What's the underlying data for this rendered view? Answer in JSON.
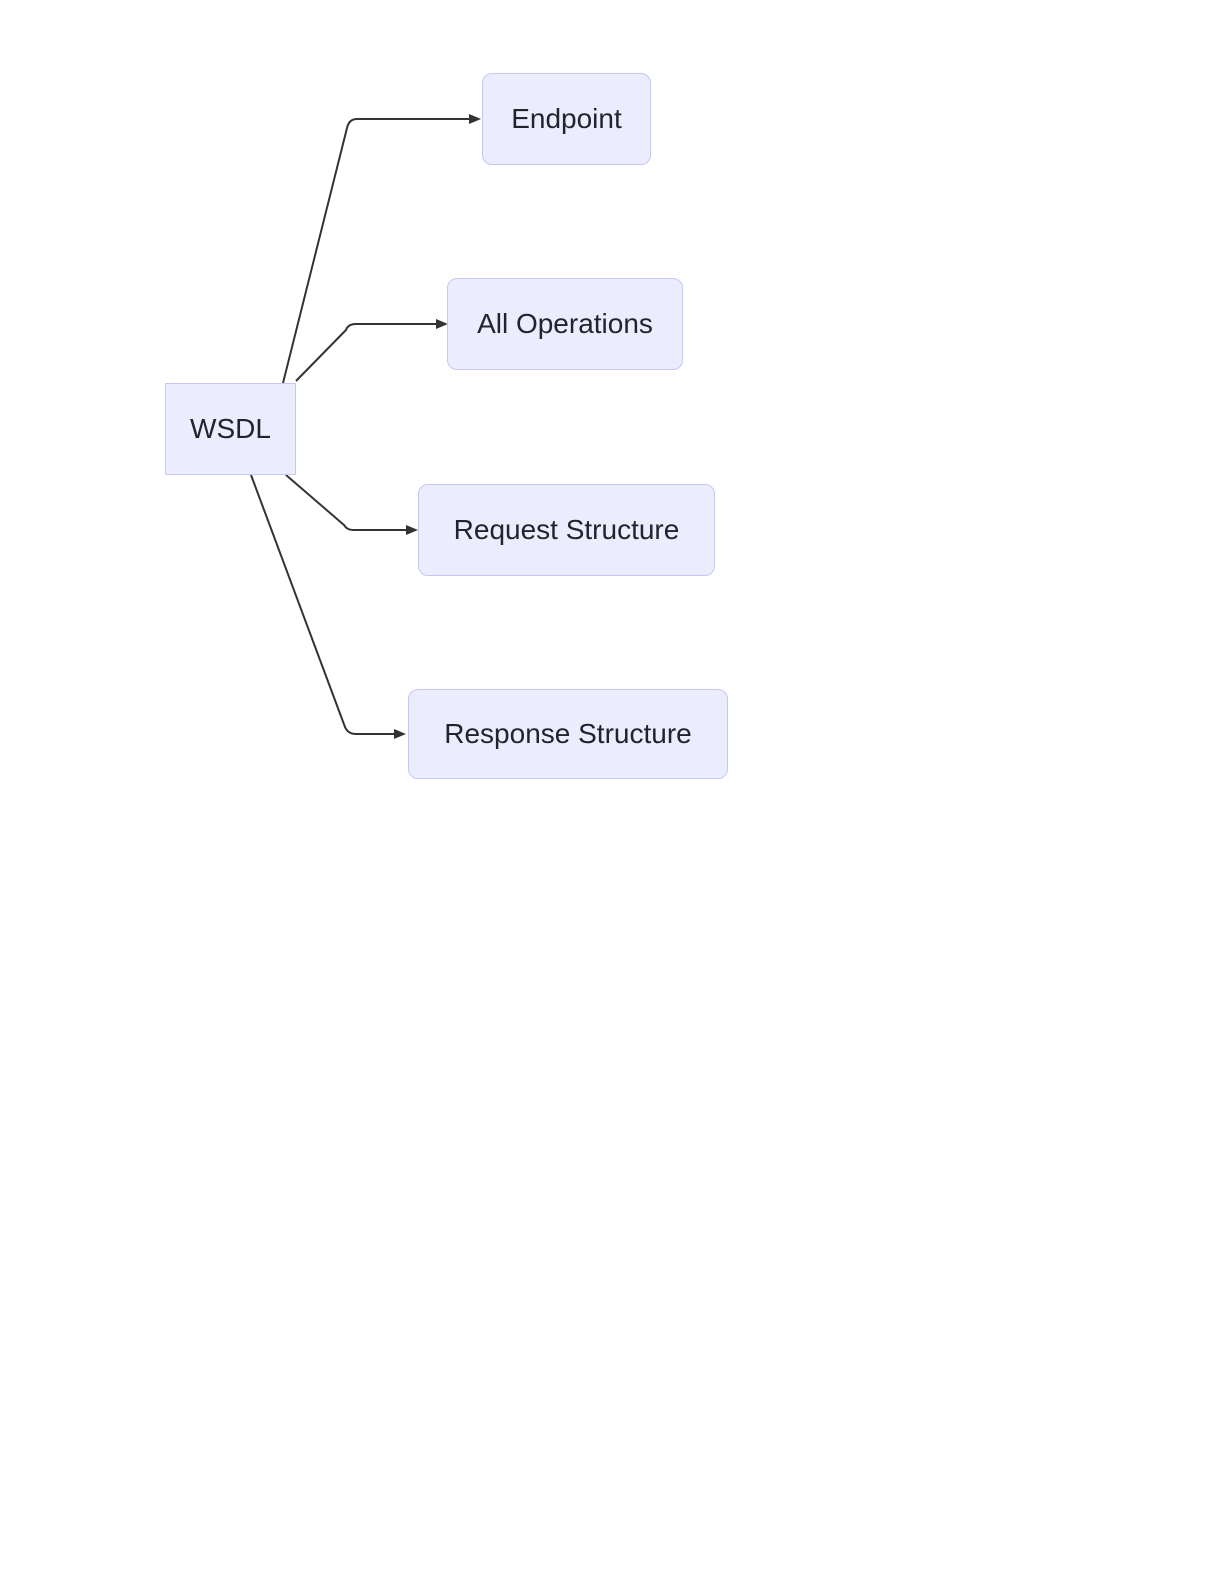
{
  "diagram": {
    "type": "flowchart-left-to-right",
    "root": {
      "id": "wsdl",
      "label": "WSDL"
    },
    "children": [
      {
        "id": "endpoint",
        "label": "Endpoint"
      },
      {
        "id": "all-operations",
        "label": "All Operations"
      },
      {
        "id": "request-structure",
        "label": "Request Structure"
      },
      {
        "id": "response-structure",
        "label": "Response Structure"
      }
    ],
    "edges": [
      {
        "from": "WSDL",
        "to": "Endpoint",
        "arrow": "arrowhead"
      },
      {
        "from": "WSDL",
        "to": "All Operations",
        "arrow": "arrowhead"
      },
      {
        "from": "WSDL",
        "to": "Request Structure",
        "arrow": "arrowhead"
      },
      {
        "from": "WSDL",
        "to": "Response Structure",
        "arrow": "arrowhead"
      }
    ],
    "colors": {
      "node_fill": "#ececff",
      "node_border": "#c5c7f2",
      "edge_stroke": "#333333",
      "text": "#21252b",
      "background": "#ffffff"
    }
  }
}
